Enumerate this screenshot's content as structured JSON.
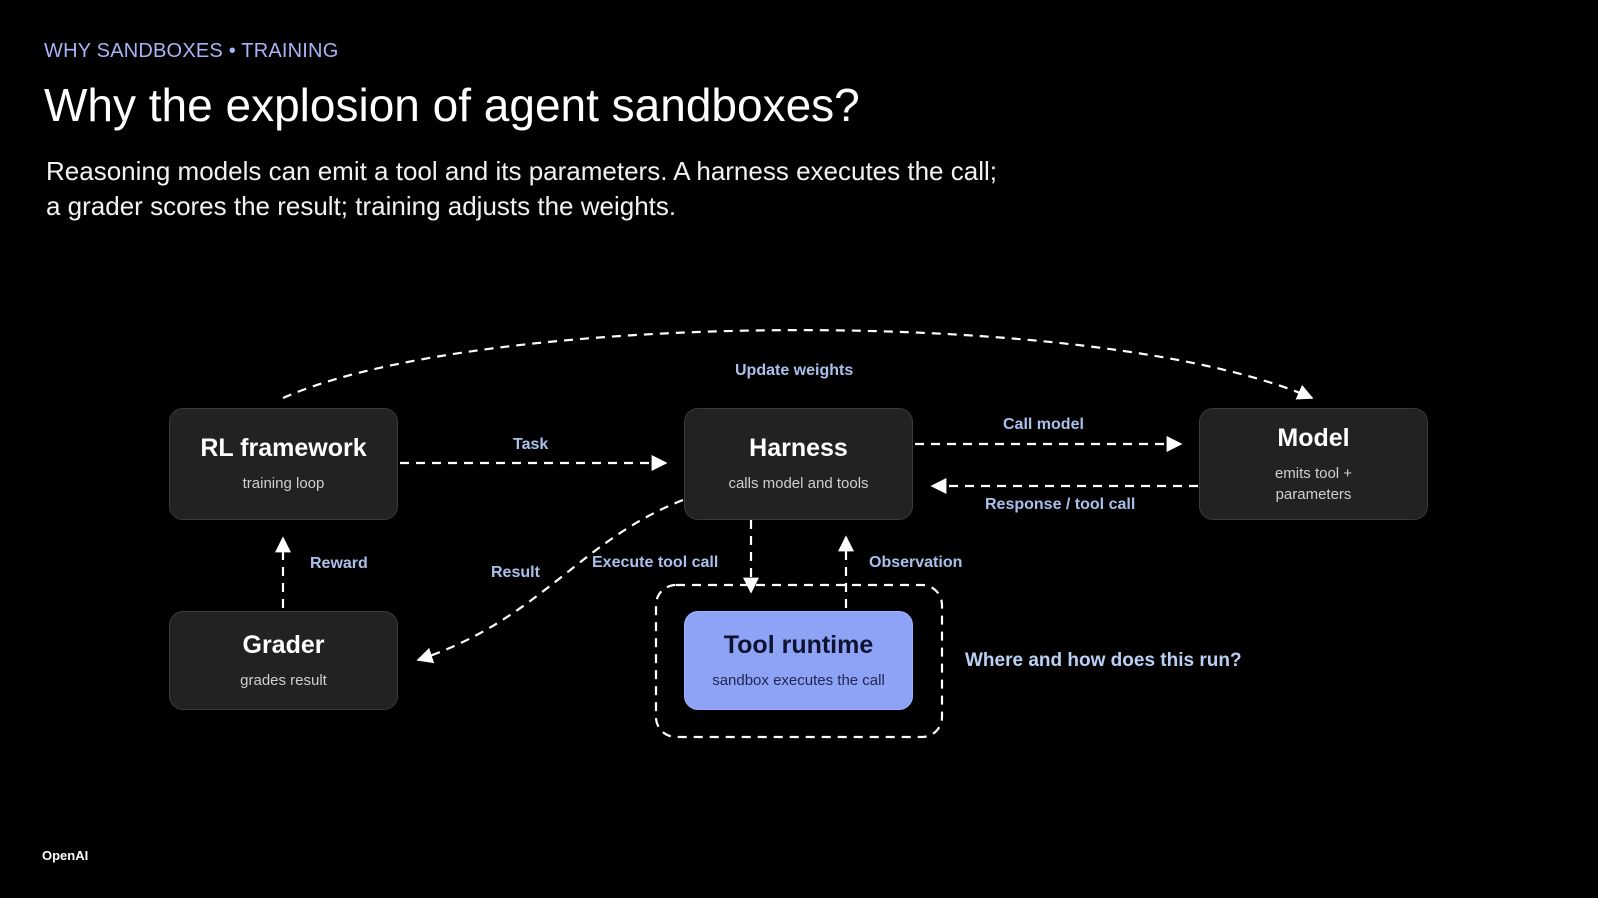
{
  "slide": {
    "eyebrow": "WHY SANDBOXES • TRAINING",
    "title": "Why the explosion of agent sandboxes?",
    "subtitle_lines": [
      "Reasoning models can emit a tool and its parameters. A harness executes the call;",
      "a grader scores the result; training adjusts the weights."
    ],
    "footer_logo": "OpenAI"
  },
  "nodes": {
    "rl": {
      "title": "RL framework",
      "sub": "training loop"
    },
    "harness": {
      "title": "Harness",
      "sub": "calls model and tools"
    },
    "model": {
      "title": "Model",
      "sub_lines": [
        "emits tool +",
        "parameters"
      ]
    },
    "grader": {
      "title": "Grader",
      "sub": "grades result"
    },
    "tool": {
      "title": "Tool runtime",
      "sub": "sandbox executes the call"
    }
  },
  "edges": {
    "update_weights": "Update weights",
    "task": "Task",
    "call_model": "Call model",
    "response": "Response / tool call",
    "reward": "Reward",
    "result": "Result",
    "execute": "Execute tool call",
    "observation": "Observation"
  },
  "question": "Where and how does this run?",
  "colors": {
    "background": "#000000",
    "accent_eyebrow": "#a9b3f5",
    "node_fill": "#222222",
    "tool_fill": "#8fa3f6",
    "edge_label": "#a9c1ea"
  }
}
